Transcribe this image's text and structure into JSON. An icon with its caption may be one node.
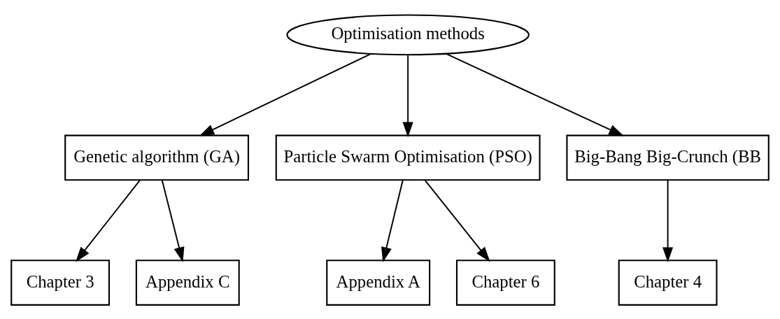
{
  "diagram": {
    "nodes": [
      {
        "text": [
          "Optimisation methods"
        ]
      },
      {
        "text": [
          "Genetic algorithm (GA)"
        ]
      },
      {
        "text": [
          "Particle Swarm Optimisation (PSO)"
        ]
      },
      {
        "text": [
          "Big-Bang Big-Crunch (BB"
        ]
      },
      {
        "text": [
          "Chapter 3"
        ]
      },
      {
        "text": [
          "Appendix C"
        ]
      },
      {
        "text": [
          "Appendix A"
        ]
      },
      {
        "text": [
          "Chapter 6"
        ]
      },
      {
        "text": [
          "Chapter 4"
        ]
      }
    ],
    "edges": [
      {
        "from": 0,
        "to": 1,
        "arrow": "to"
      },
      {
        "from": 0,
        "to": 2,
        "arrow": "to"
      },
      {
        "from": 0,
        "to": 3,
        "arrow": "to"
      },
      {
        "from": 1,
        "to": 4,
        "arrow": "to"
      },
      {
        "from": 1,
        "to": 5,
        "arrow": "to"
      },
      {
        "from": 2,
        "to": 6,
        "arrow": "to"
      },
      {
        "from": 2,
        "to": 7,
        "arrow": "to"
      },
      {
        "from": 3,
        "to": 8,
        "arrow": "to"
      }
    ]
  }
}
